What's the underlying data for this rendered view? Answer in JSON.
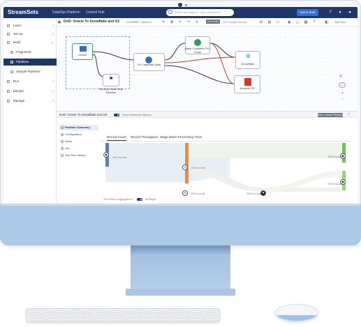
{
  "app": {
    "logo": "StreamSets",
    "nav_platform": "DataOps Platform",
    "nav_hub": "Control Hub",
    "search_placeholder": "Search by Engines, Jobs, Pipelines & ...",
    "quick_start": "Quick Start"
  },
  "sidebar": {
    "items": [
      {
        "label": "Learn"
      },
      {
        "label": "Set Up"
      },
      {
        "label": "Build"
      },
      {
        "label": "Fragments"
      },
      {
        "label": "Pipelines"
      },
      {
        "label": "Sample Pipelines"
      },
      {
        "label": "Run"
      },
      {
        "label": "Monitor"
      },
      {
        "label": "Manage"
      }
    ]
  },
  "toolbar": {
    "pipeline_name": "DoD: Oracle To Snowflake and S3",
    "version": "v1-DRAFT",
    "check_in": "Check In",
    "status": "ON-SYNC",
    "saved": "All Changes Saved",
    "test_run": "Test Run"
  },
  "stages": {
    "oracle": "Oracle",
    "no_more_data": "No More Data Stop Pipeline",
    "eu_customer": "Eu Customer Data",
    "mask": "Mask Customer PII / Email",
    "snowflake": "Snowflake",
    "amazon_s3": "Amazon S3"
  },
  "panel": {
    "title": "DoD: Oracle To Snowflake and S3",
    "toggle_label": "Show Advanced Options",
    "action": "Back to Batch Pipelines"
  },
  "subnav": {
    "items": [
      {
        "label": "Realtime Summary"
      },
      {
        "label": "Configuration"
      },
      {
        "label": "Rules"
      },
      {
        "label": "Info"
      },
      {
        "label": "Test Run History"
      }
    ]
  },
  "tabs": {
    "record_count": "Record Count",
    "throughput": "Record Throughput",
    "processing_time": "Stage Batch Processing Timer"
  },
  "flow": {
    "left_label": "1004 records",
    "mid_top_label": "7006 records",
    "mid_bottom_label": "3000 records",
    "right_mid_label": "3000 records",
    "right_top_label": "3000 records",
    "right_bottom_label": "3000 records",
    "footer_toggle_label": "Trim Flows & Aggregations",
    "footer_toggle_state": "All Stages"
  },
  "colors": {
    "navy": "#1d3864",
    "orange": "#e98a3c",
    "blue_bar": "#5a7fb8",
    "green": "#74c05a",
    "monitor_blue": "#aec9e6"
  }
}
